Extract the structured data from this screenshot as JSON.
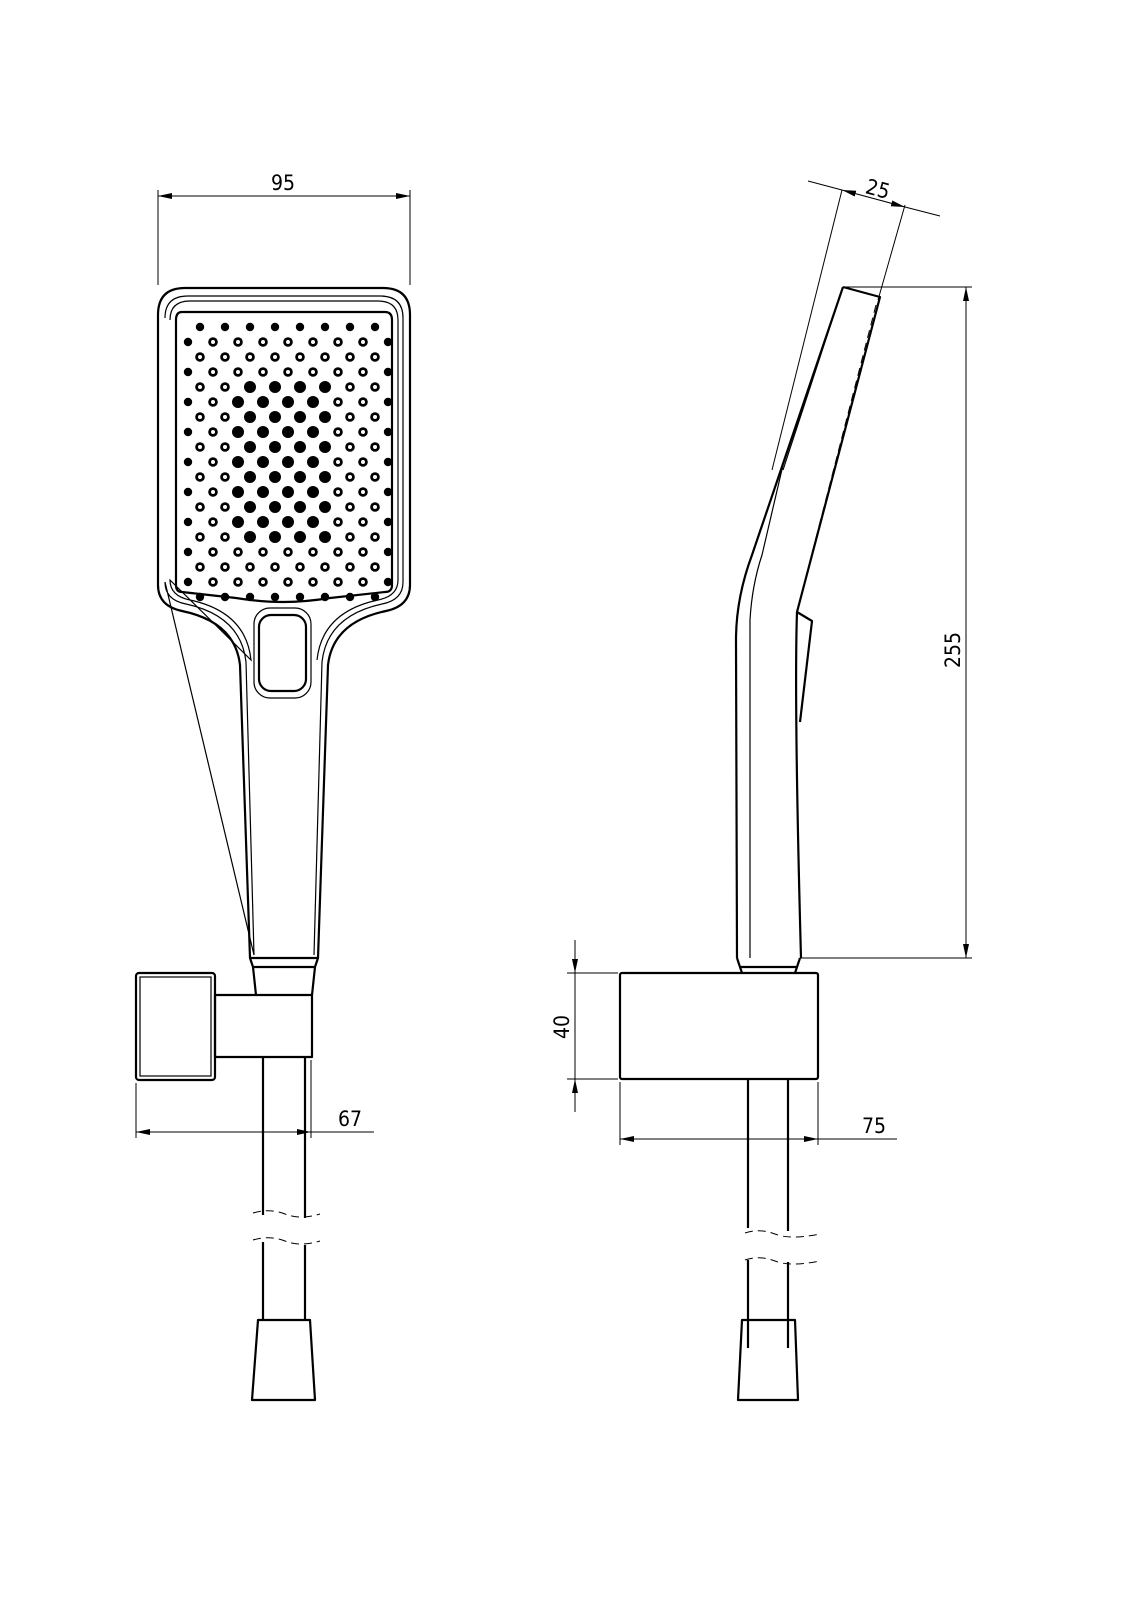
{
  "drawing": {
    "title": "Hand shower set technical drawing",
    "colors": {
      "line": "#000000",
      "background": "#ffffff"
    },
    "dimensions": {
      "head_width": "95",
      "head_depth": "25",
      "shower_length": "255",
      "holder_height": "40",
      "holder_projection_front": "67",
      "holder_projection_side": "75"
    },
    "views": [
      "front-view",
      "side-view"
    ]
  }
}
